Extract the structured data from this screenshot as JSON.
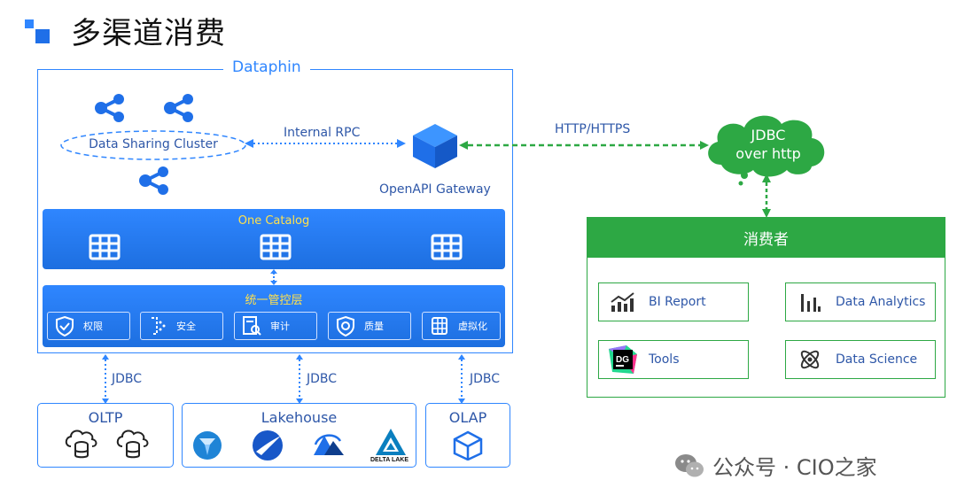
{
  "header": {
    "title": "多渠道消费"
  },
  "dataphin": {
    "title": "Dataphin",
    "cluster_label": "Data Sharing Cluster",
    "rpc_label": "Internal RPC",
    "gateway_label": "OpenAPI Gateway",
    "catalog_title": "One Catalog",
    "mgmt_title": "统一管控层",
    "mgmt_items": [
      "权限",
      "安全",
      "审计",
      "质量",
      "虚拟化"
    ]
  },
  "protocol_top": "HTTP/HTTPS",
  "cloud": {
    "line1": "JDBC",
    "line2": "over http"
  },
  "consumer": {
    "title": "消费者",
    "items": [
      "BI Report",
      "Data Analytics",
      "Tools",
      "Data Science"
    ],
    "tools_badge": "DG"
  },
  "jdbc_labels": [
    "JDBC",
    "JDBC",
    "JDBC"
  ],
  "sources": {
    "oltp": "OLTP",
    "lakehouse": "Lakehouse",
    "olap": "OLAP",
    "delta_lake": "DELTA LAKE"
  },
  "footer": {
    "text": "公众号 · CIO之家"
  },
  "colors": {
    "blue": "#2f86ff",
    "green": "#2da844",
    "yellow": "#ffe14d"
  }
}
